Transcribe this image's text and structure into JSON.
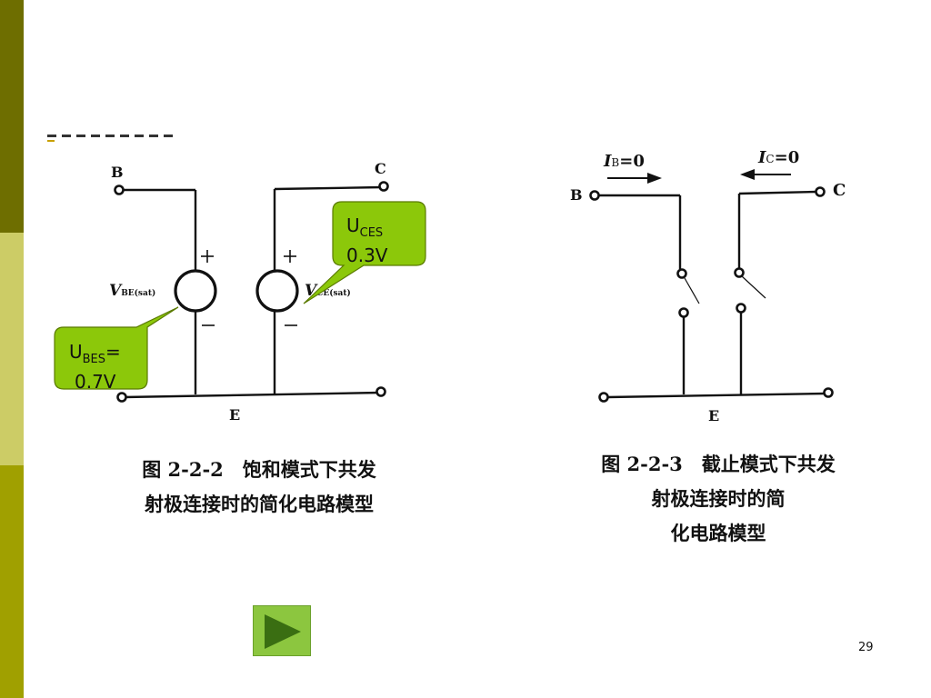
{
  "colors": {
    "sidebar_top": "#6e6e00",
    "sidebar_mid": "#cccc66",
    "sidebar_bottom": "#a0a000",
    "callout_fill": "#8cc80a",
    "callout_border": "#5a7a00",
    "play_button": "#8cc63f",
    "play_arrow": "#3a6e12"
  },
  "header": {
    "partial_text": "..."
  },
  "figure_left": {
    "terminal_b": "B",
    "terminal_c": "C",
    "terminal_e": "E",
    "vbe_label": "V",
    "vbe_sub": "BE(sat)",
    "vce_label": "V",
    "vce_sub": "CE(sat)",
    "plus_1": "+",
    "plus_2": "+",
    "minus_1": "−",
    "minus_2": "−",
    "caption_line1": "图 2-2-2　饱和模式下共发",
    "caption_line2": "射极连接时的简化电路模型"
  },
  "callout_uces": {
    "main": "U",
    "sub": "CES",
    "value": "0.3V"
  },
  "callout_ubes": {
    "main": "U",
    "sub": "BES",
    "suffix": "=",
    "value": "0.7V"
  },
  "figure_right": {
    "terminal_b": "B",
    "terminal_c": "C",
    "terminal_e": "E",
    "ib_label": "I",
    "ib_sub": "B",
    "ib_value": "=0",
    "ic_label": "I",
    "ic_sub": "C",
    "ic_value": "=0",
    "caption_line1": "图 2-2-3　截止模式下共发",
    "caption_line2": "射极连接时的简",
    "caption_line3": "化电路模型"
  },
  "navigation": {
    "play_icon": "play-arrow-icon"
  },
  "page_number": "29"
}
